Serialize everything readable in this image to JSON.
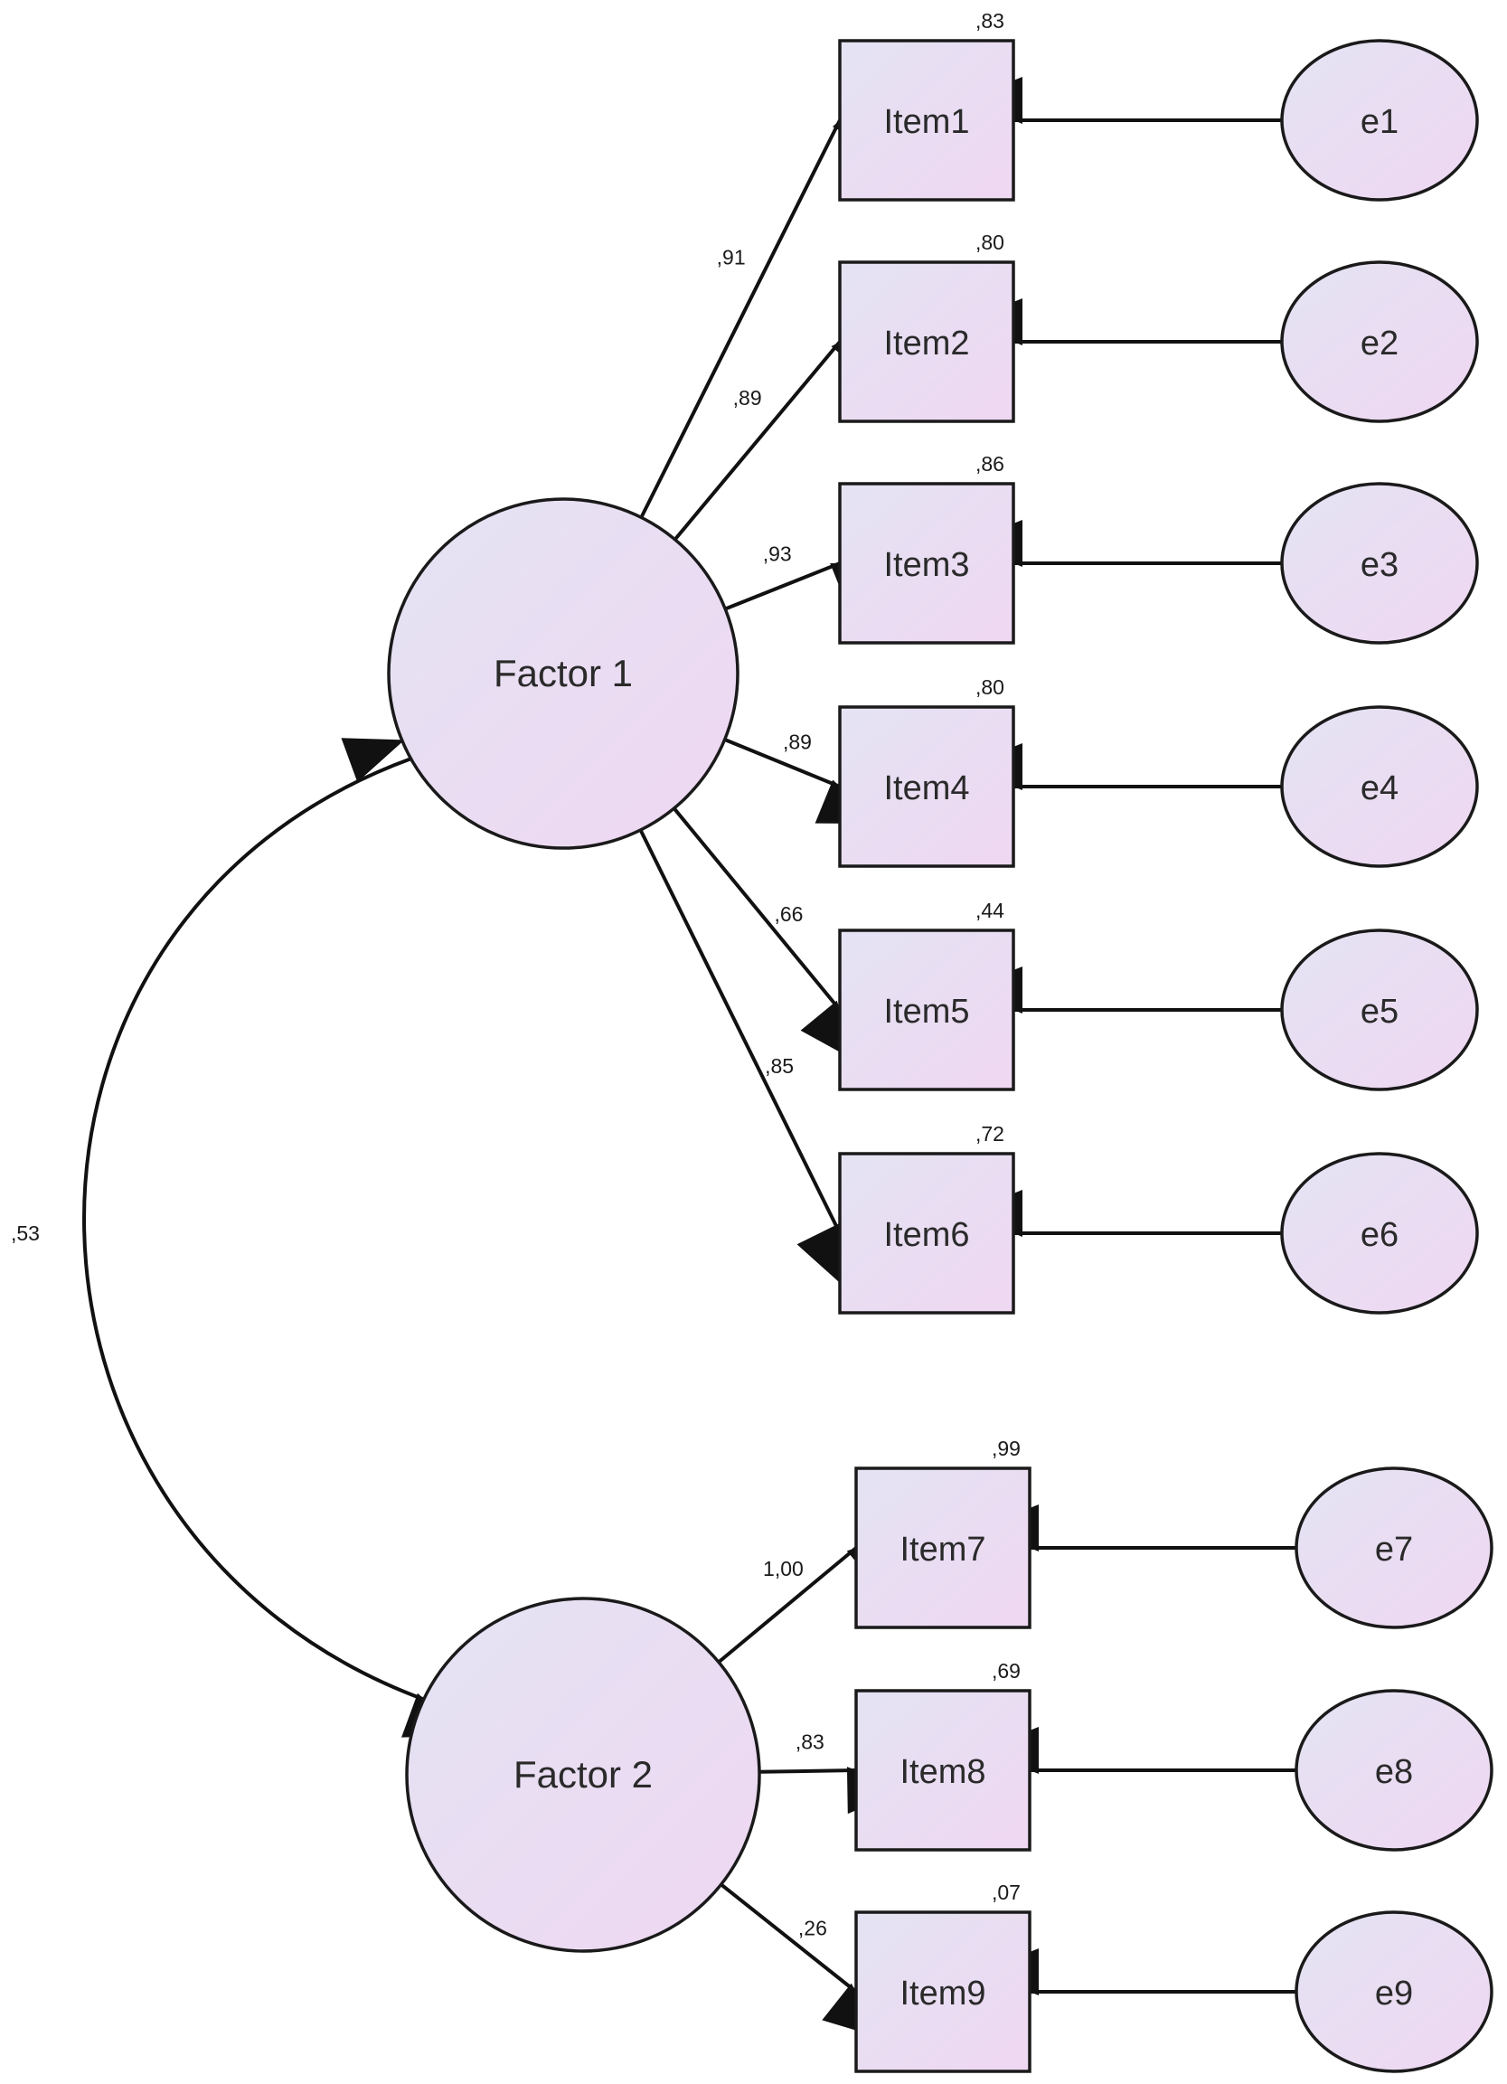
{
  "factors": [
    {
      "id": "f1",
      "label": "Factor 1"
    },
    {
      "id": "f2",
      "label": "Factor 2"
    }
  ],
  "items": [
    {
      "id": "i1",
      "label": "Item1",
      "r2": ",83",
      "loading": ",91",
      "error": "e1",
      "factor": "f1"
    },
    {
      "id": "i2",
      "label": "Item2",
      "r2": ",80",
      "loading": ",89",
      "error": "e2",
      "factor": "f1"
    },
    {
      "id": "i3",
      "label": "Item3",
      "r2": ",86",
      "loading": ",93",
      "error": "e3",
      "factor": "f1"
    },
    {
      "id": "i4",
      "label": "Item4",
      "r2": ",80",
      "loading": ",89",
      "error": "e4",
      "factor": "f1"
    },
    {
      "id": "i5",
      "label": "Item5",
      "r2": ",44",
      "loading": ",66",
      "error": "e5",
      "factor": "f1"
    },
    {
      "id": "i6",
      "label": "Item6",
      "r2": ",72",
      "loading": ",85",
      "error": "e6",
      "factor": "f1"
    },
    {
      "id": "i7",
      "label": "Item7",
      "r2": ",99",
      "loading": "1,00",
      "error": "e7",
      "factor": "f2"
    },
    {
      "id": "i8",
      "label": "Item8",
      "r2": ",69",
      "loading": ",83",
      "error": "e8",
      "factor": "f2"
    },
    {
      "id": "i9",
      "label": "Item9",
      "r2": ",07",
      "loading": ",26",
      "error": "e9",
      "factor": "f2"
    }
  ],
  "correlation": ",53",
  "colors": {
    "node_top": "#e4e3f3",
    "node_bottom": "#efd7f2",
    "stroke": "#1a1a1a"
  }
}
